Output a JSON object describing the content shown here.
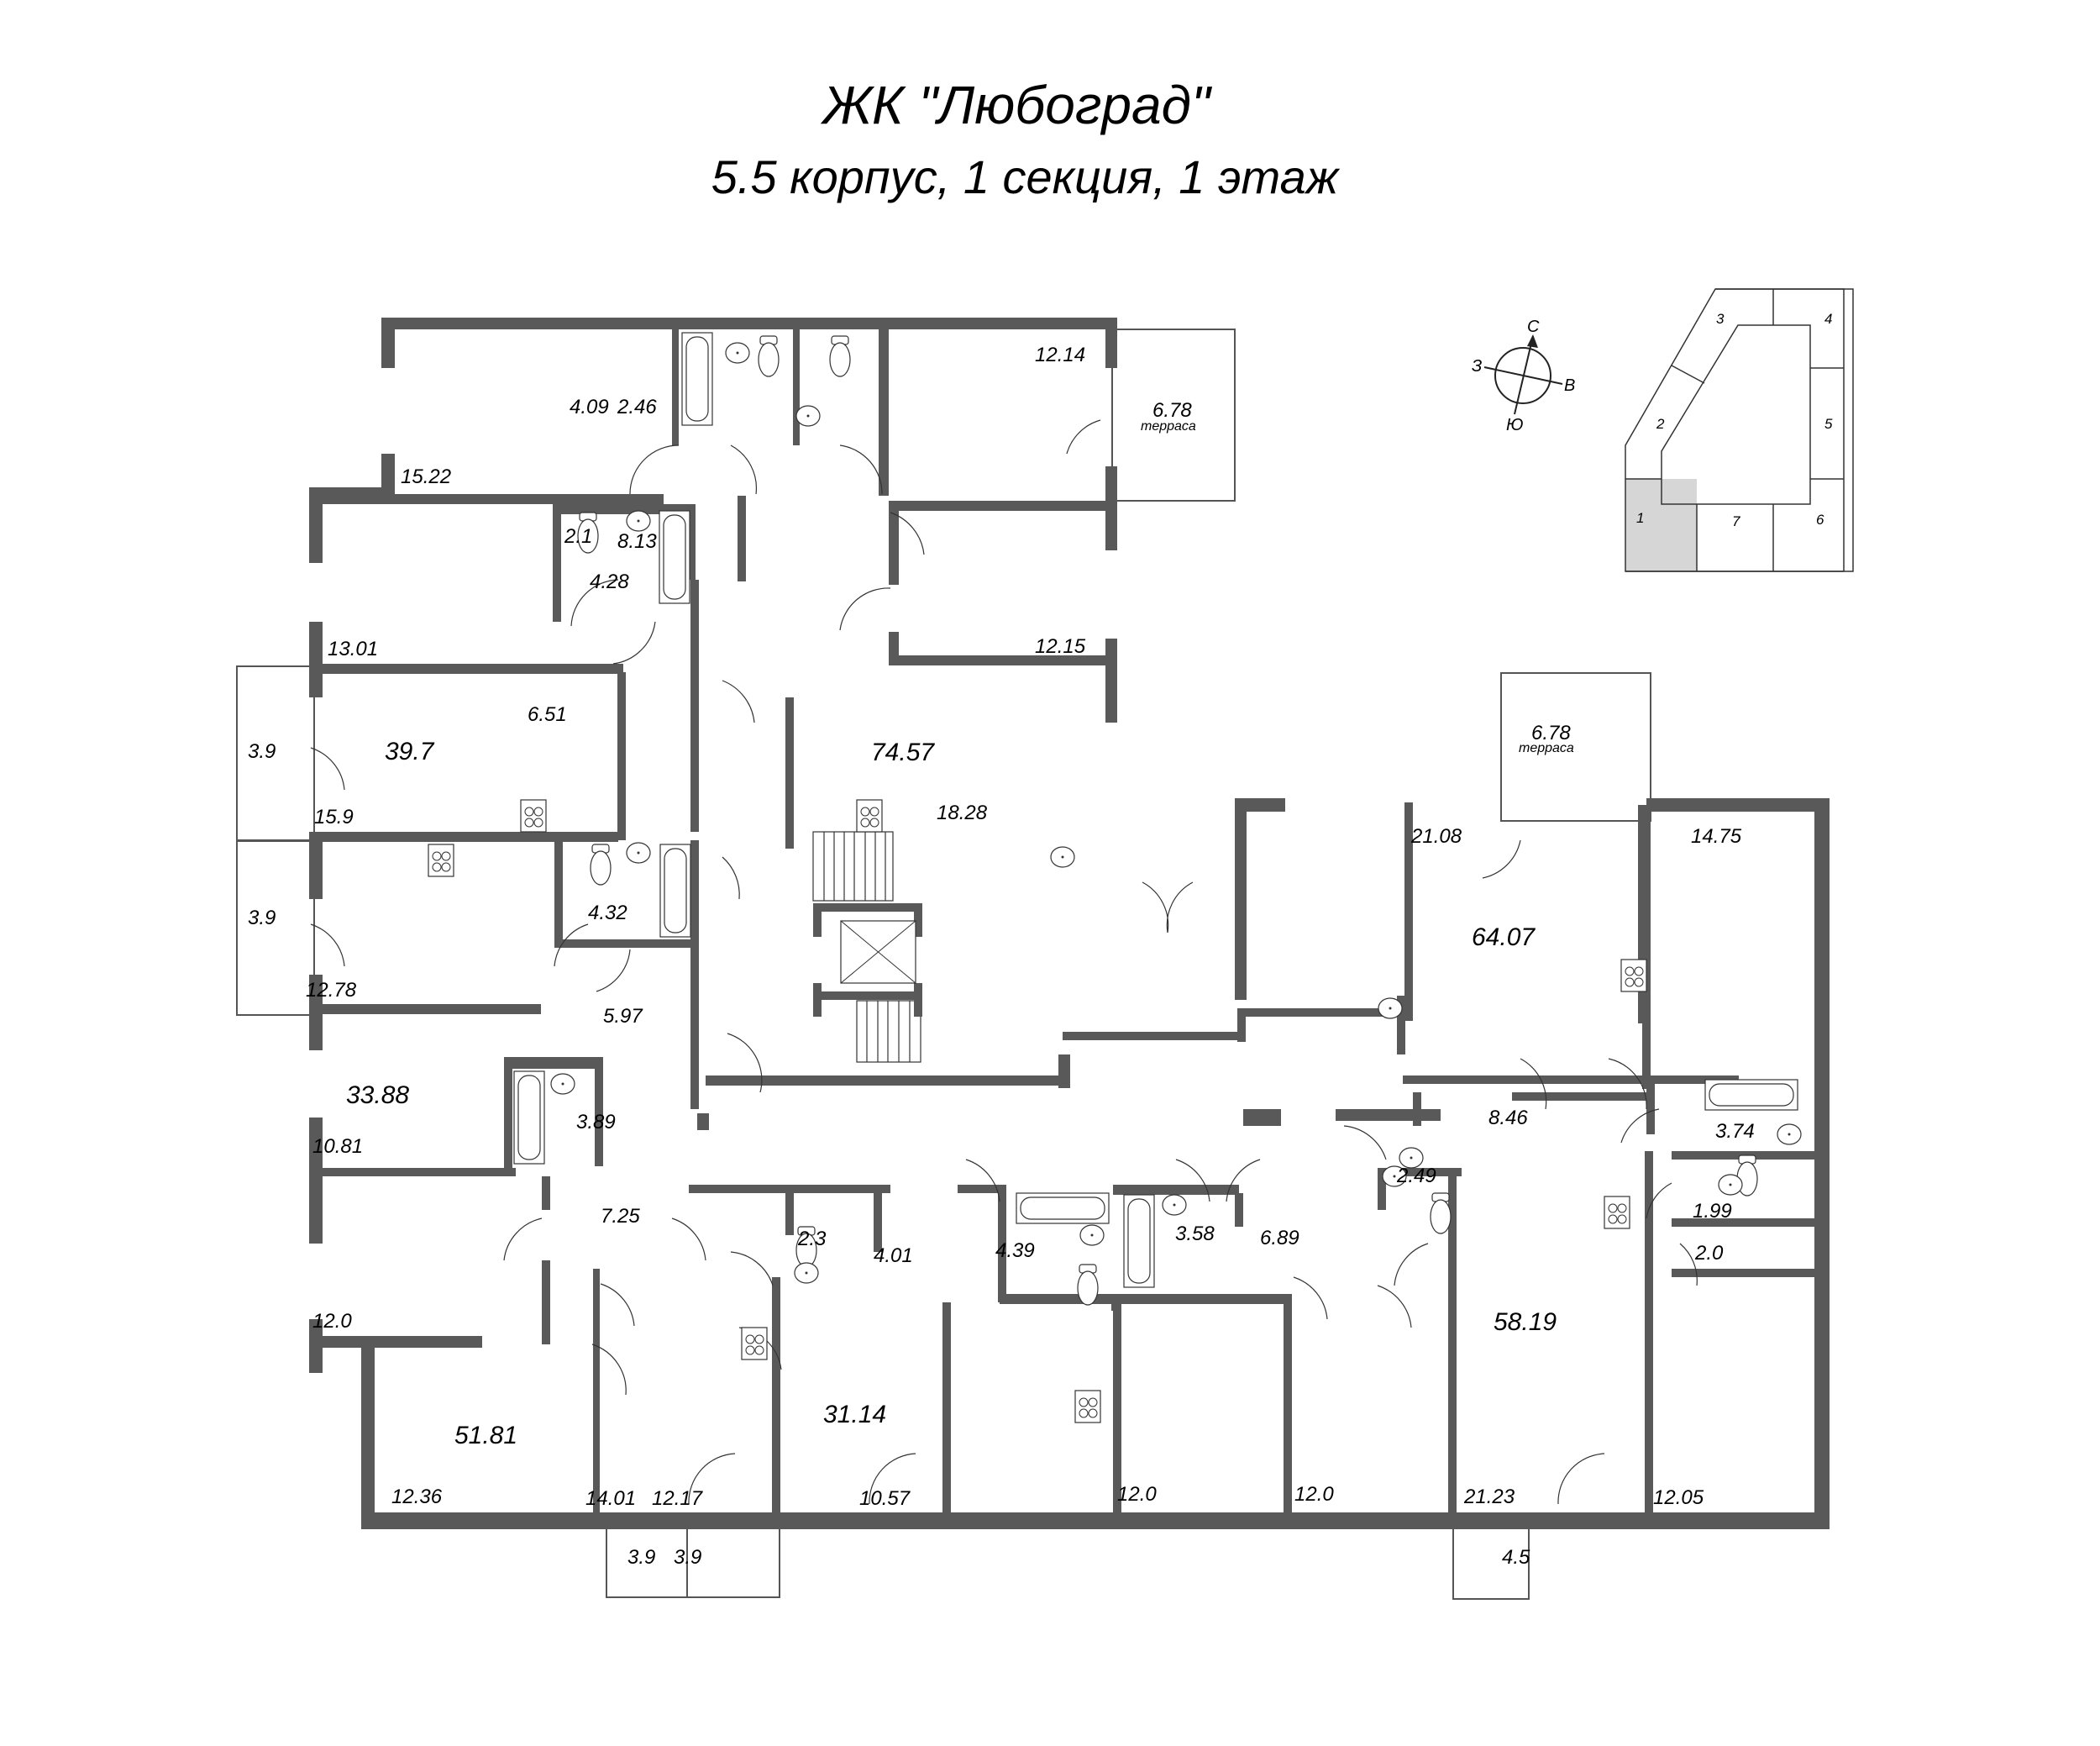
{
  "header": {
    "title": "ЖК \"Любоград\"",
    "subtitle": "5.5 корпус,  1 секция,  1 этаж"
  },
  "compass": {
    "north": "С",
    "south": "Ю",
    "west": "З",
    "east": "В"
  },
  "key_plan": {
    "sections": [
      "1",
      "2",
      "3",
      "4",
      "5",
      "6",
      "7"
    ],
    "highlighted": "1",
    "highlight_color": "#d6d6d6"
  },
  "colors": {
    "wall": "#595959",
    "line": "#333333",
    "background": "#ffffff"
  },
  "apartments": [
    {
      "total": "39.7",
      "rooms": [
        "15.9",
        "6.51",
        "4.28",
        "13.01",
        "3.9"
      ]
    },
    {
      "total": "74.57",
      "rooms": [
        "15.22",
        "4.09",
        "2.46",
        "12.14",
        "6.78",
        "2.1",
        "8.13",
        "12.15",
        "18.28"
      ]
    },
    {
      "total": "33.88",
      "rooms": [
        "12.78",
        "4.32",
        "5.97",
        "10.81",
        "3.89",
        "3.9"
      ]
    },
    {
      "total": "51.81",
      "rooms": [
        "12.0",
        "7.25",
        "2.3",
        "12.36",
        "14.01",
        "3.9"
      ]
    },
    {
      "total": "31.14",
      "rooms": [
        "4.01",
        "12.17",
        "10.57",
        "4.39",
        "3.9"
      ]
    },
    {
      "total": "64.07",
      "rooms": [
        "21.08",
        "14.75",
        "6.78",
        "8.46",
        "3.74"
      ]
    },
    {
      "total": "58.19",
      "rooms": [
        "3.58",
        "6.89",
        "2.49",
        "12.0",
        "12.0",
        "21.23",
        "12.05",
        "1.99",
        "2.0",
        "4.5"
      ]
    }
  ],
  "labels": {
    "a_15_22": "15.22",
    "a_4_09": "4.09",
    "a_2_46": "2.46",
    "a_12_14": "12.14",
    "terrace_top": "6.78",
    "terrace_word": "терраса",
    "a_2_1": "2.1",
    "a_8_13": "8.13",
    "a_4_28": "4.28",
    "a_13_01": "13.01",
    "a_12_15": "12.15",
    "a_6_51": "6.51",
    "a_39_7": "39.7",
    "a_74_57": "74.57",
    "a_3_9_a": "3.9",
    "a_15_9": "15.9",
    "a_18_28": "18.28",
    "terrace_right": "6.78",
    "a_21_08": "21.08",
    "a_14_75": "14.75",
    "a_64_07": "64.07",
    "a_3_9_b": "3.9",
    "a_4_32": "4.32",
    "a_12_78": "12.78",
    "a_5_97": "5.97",
    "a_33_88": "33.88",
    "a_3_89": "3.89",
    "a_10_81": "10.81",
    "a_8_46": "8.46",
    "a_3_74": "3.74",
    "a_7_25": "7.25",
    "a_2_3": "2.3",
    "a_4_01": "4.01",
    "a_4_39": "4.39",
    "a_3_58": "3.58",
    "a_6_89": "6.89",
    "a_2_49": "2.49",
    "a_1_99": "1.99",
    "a_2_0": "2.0",
    "a_12_0_a": "12.0",
    "a_58_19": "58.19",
    "a_51_81": "51.81",
    "a_31_14": "31.14",
    "a_12_36": "12.36",
    "a_14_01": "14.01",
    "a_12_17": "12.17",
    "a_10_57": "10.57",
    "a_12_0_b": "12.0",
    "a_12_0_c": "12.0",
    "a_21_23": "21.23",
    "a_12_05": "12.05",
    "b_3_9_a": "3.9",
    "b_3_9_b": "3.9",
    "b_4_5": "4.5"
  }
}
